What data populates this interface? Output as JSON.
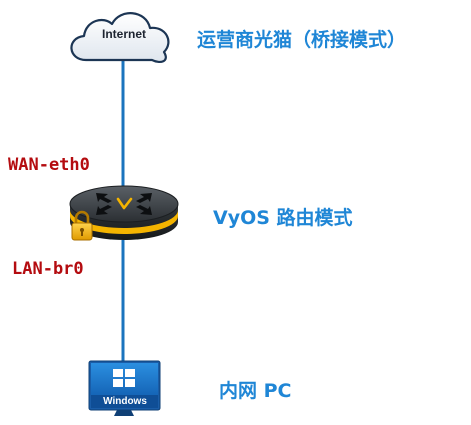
{
  "diagram": {
    "internet_label": "Internet",
    "modem_label": "运营商光猫（桥接模式）",
    "wan_label": "WAN-eth0",
    "router_label": "VyOS 路由模式",
    "lan_label": "LAN-br0",
    "windows_label": "Windows",
    "pc_label": "内网 PC"
  },
  "colors": {
    "line": "#1b74be",
    "label_blue": "#1f86d6",
    "label_red": "#b40c10",
    "router_body": "#2f3437",
    "router_ring": "#f4b400",
    "monitor_blue": "#1565b7"
  },
  "icons": [
    "cloud-icon",
    "router-icon",
    "lock-icon",
    "windows-pc-icon"
  ]
}
